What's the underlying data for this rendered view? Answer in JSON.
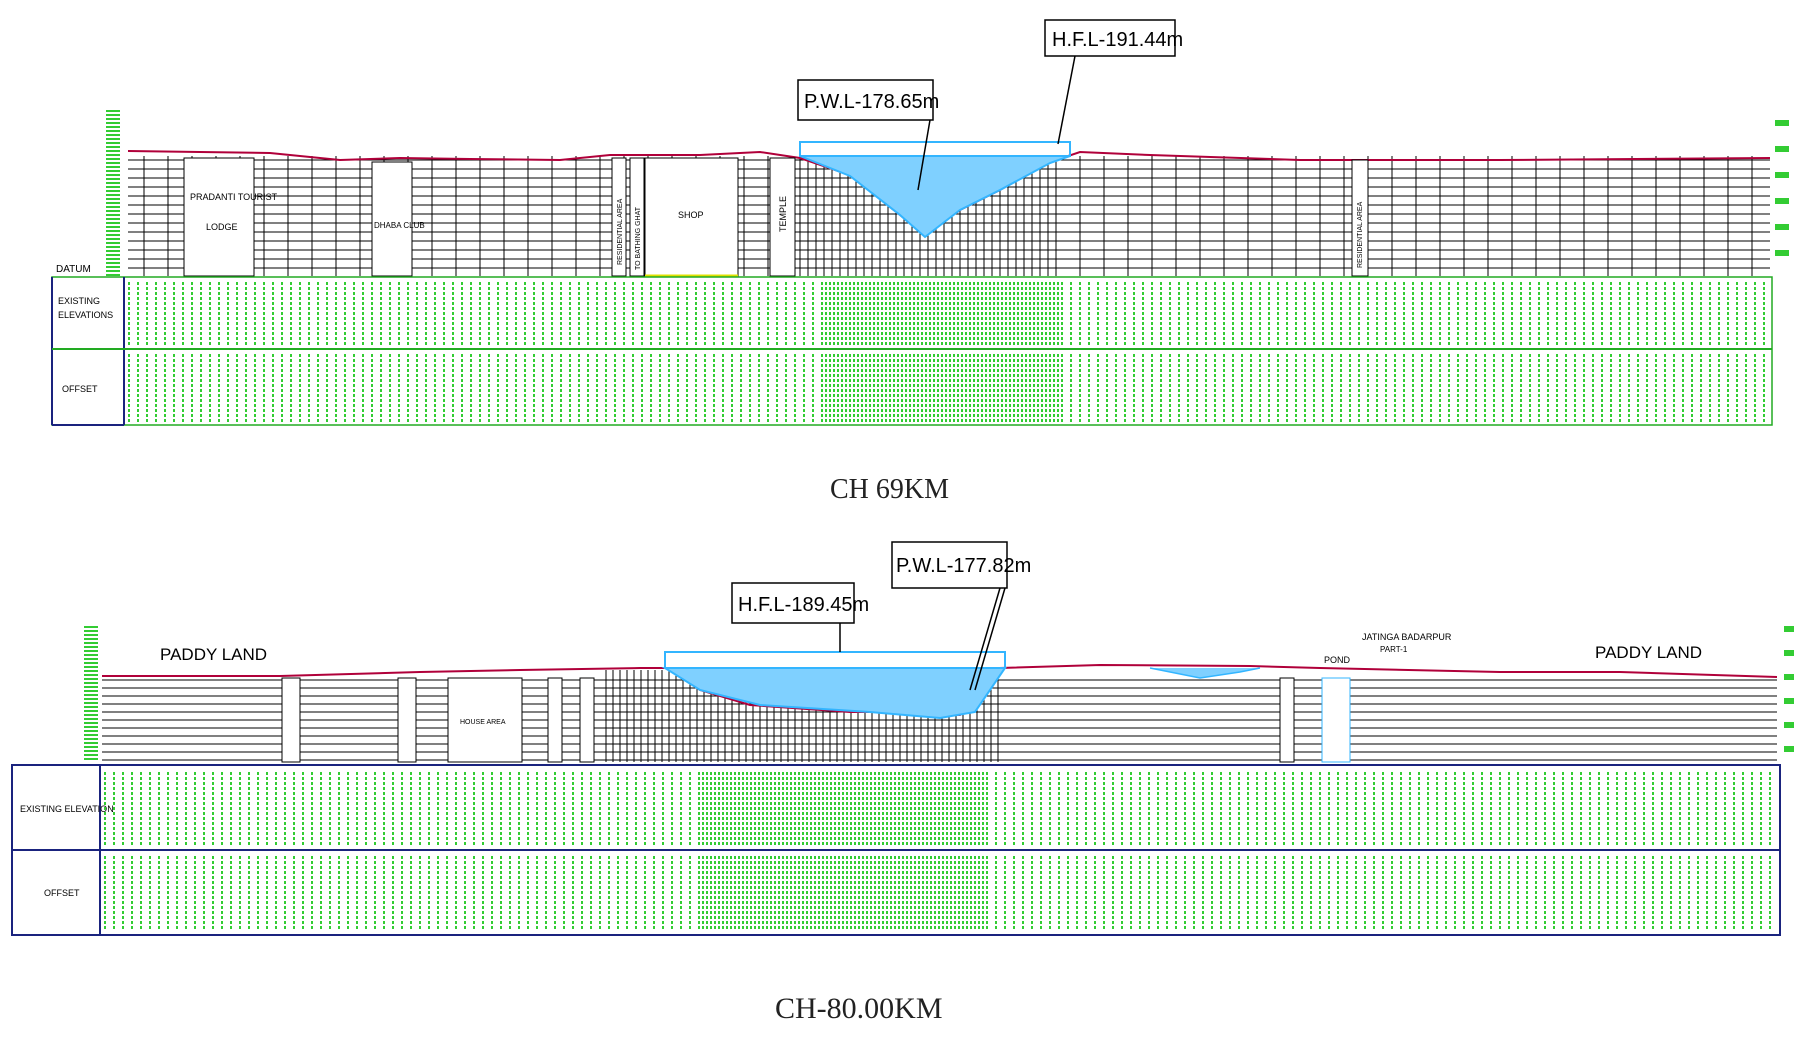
{
  "colors": {
    "grid": "#000000",
    "green": "#33cc33",
    "water": "#33b5ff",
    "water_fill": "#7fd0ff",
    "ground": "#b0003a",
    "band": "#1a237e",
    "table_line": "#22aa22"
  },
  "section1": {
    "caption": "CH 69KM",
    "hfl": "H.F.L-191.44m",
    "pwl": "P.W.L-178.65m",
    "datum": "DATUM",
    "row1_label_a": "EXISTING",
    "row1_label_b": "ELEVATIONS",
    "row2_label": "OFFSET",
    "labels": {
      "lodge_a": "PRADANTI TOURIST",
      "lodge_b": "LODGE",
      "dhaba": "DHABA CLUB",
      "residential": "RESIDENTIAL AREA",
      "steps": "TO BATHING GHAT",
      "shop": "SHOP",
      "temple": "TEMPLE",
      "residential2": "RESIDENTIAL AREA"
    }
  },
  "section2": {
    "caption": "CH-80.00KM",
    "hfl": "H.F.L-189.45m",
    "pwl": "P.W.L-177.82m",
    "row1_label": "EXISTING ELEVATION",
    "row2_label": "OFFSET",
    "labels": {
      "paddy_left": "PADDY LAND",
      "paddy_right": "PADDY LAND",
      "pond": "POND",
      "village_a": "JATINGA BADARPUR",
      "village_b": "PART-1",
      "house": "HOUSE AREA"
    }
  }
}
